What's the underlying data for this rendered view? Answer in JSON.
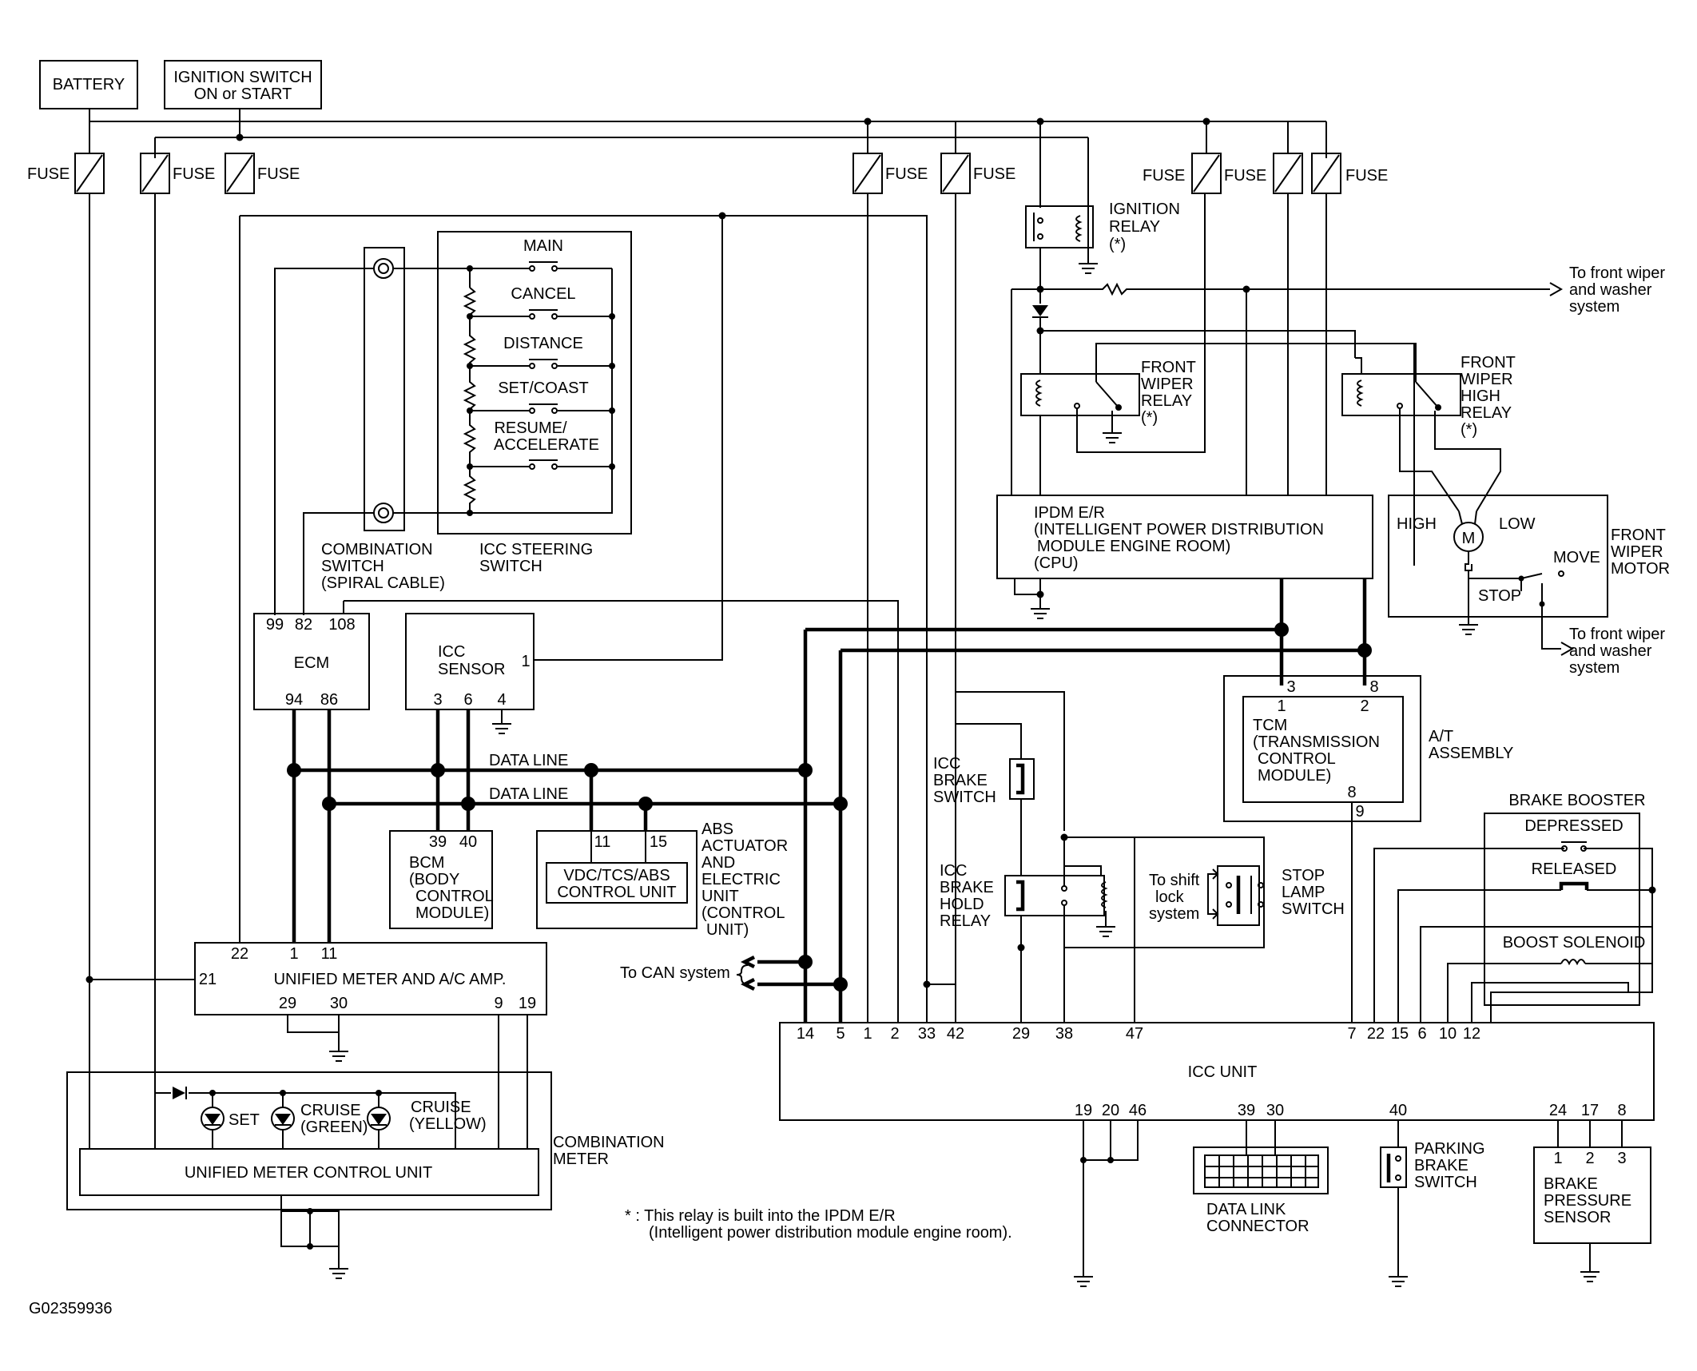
{
  "sources": {
    "battery": "BATTERY",
    "ignition": [
      "IGNITION SWITCH",
      "ON or START"
    ]
  },
  "fuse": "FUSE",
  "relays": {
    "ignition": [
      "IGNITION",
      "RELAY",
      "(*)"
    ],
    "front_wiper": [
      "FRONT",
      "WIPER",
      "RELAY",
      "(*)"
    ],
    "front_wiper_high": [
      "FRONT",
      "WIPER",
      "HIGH",
      "RELAY",
      "(*)"
    ]
  },
  "notes": {
    "front_wiper_washer": [
      "To front wiper",
      "and washer",
      "system"
    ],
    "to_shift_lock": [
      "To shift",
      "lock",
      "system"
    ],
    "to_can": "To CAN system",
    "footnote": [
      "* : This relay is built into the IPDM E/R",
      "(Intelligent power distribution module engine room)."
    ],
    "figure_id": "G02359936"
  },
  "steering_switch": {
    "buttons": [
      "MAIN",
      "CANCEL",
      "DISTANCE",
      "SET/COAST",
      "RESUME/",
      "ACCELERATE"
    ],
    "labels": {
      "combination_switch": [
        "COMBINATION",
        "SWITCH",
        "(SPIRAL CABLE)"
      ],
      "icc_switch": [
        "ICC STEERING",
        "SWITCH"
      ]
    }
  },
  "ipdm": [
    "IPDM E/R",
    "(INTELLIGENT POWER DISTRIBUTION",
    "MODULE ENGINE ROOM)",
    "(CPU)"
  ],
  "wiper_motor": {
    "high": "HIGH",
    "low": "LOW",
    "move": "MOVE",
    "stop": "STOP",
    "motor": "M",
    "label": [
      "FRONT",
      "WIPER",
      "MOTOR"
    ]
  },
  "ecm": {
    "name": "ECM",
    "pins_top": [
      "99",
      "82",
      "108"
    ],
    "pins_bottom": [
      "94",
      "86"
    ]
  },
  "icc_sensor": {
    "name": [
      "ICC",
      "SENSOR"
    ],
    "pin_right": "1",
    "pins_bottom": [
      "3",
      "6",
      "4"
    ]
  },
  "data_line": "DATA LINE",
  "bcm": {
    "pins": [
      "39",
      "40"
    ],
    "name": [
      "BCM",
      "(BODY",
      "CONTROL",
      "MODULE)"
    ]
  },
  "abs": {
    "pins": [
      "11",
      "15"
    ],
    "inner": [
      "VDC/TCS/ABS",
      "CONTROL UNIT"
    ],
    "name": [
      "ABS",
      "ACTUATOR",
      "AND",
      "ELECTRIC",
      "UNIT",
      "(CONTROL",
      "UNIT)"
    ]
  },
  "tcm": {
    "outer_pins": [
      "3",
      "8"
    ],
    "inner_pins": [
      "1",
      "2"
    ],
    "name": [
      "TCM",
      "(TRANSMISSION",
      "CONTROL",
      "MODULE)"
    ],
    "pin_inner_bottom": "8",
    "pin_outer_bottom": "9",
    "assembly": [
      "A/T",
      "ASSEMBLY"
    ]
  },
  "icc_brake_switch": [
    "ICC",
    "BRAKE",
    "SWITCH"
  ],
  "icc_brake_hold_relay": [
    "ICC",
    "BRAKE",
    "HOLD",
    "RELAY"
  ],
  "stop_lamp_switch": [
    "STOP",
    "LAMP",
    "SWITCH"
  ],
  "brake_booster": {
    "title": "BRAKE BOOSTER",
    "depressed": "DEPRESSED",
    "released": "RELEASED",
    "solenoid": "BOOST SOLENOID"
  },
  "unified_meter": {
    "name": "UNIFIED METER AND A/C AMP.",
    "pins_top": [
      "22",
      "1",
      "11"
    ],
    "pin_left": "21",
    "pins_bottom": [
      "29",
      "30",
      "9",
      "19"
    ]
  },
  "combination_meter": {
    "indicators": [
      "SET",
      "CRUISE",
      "(GREEN)",
      "CRUISE",
      "(YELLOW)"
    ],
    "unit": "UNIFIED METER CONTROL UNIT",
    "label": [
      "COMBINATION",
      "METER"
    ]
  },
  "icc_unit": {
    "name": "ICC  UNIT",
    "pins_top": [
      "14",
      "5",
      "1",
      "2",
      "33",
      "42",
      "29",
      "38",
      "47",
      "7",
      "22",
      "15",
      "6",
      "10",
      "12"
    ],
    "pins_bottom": [
      "19",
      "20",
      "46",
      "39",
      "30",
      "40",
      "24",
      "17",
      "8"
    ]
  },
  "data_link": [
    "DATA LINK",
    "CONNECTOR"
  ],
  "parking_brake": [
    "PARKING",
    "BRAKE",
    "SWITCH"
  ],
  "brake_pressure": {
    "pins": [
      "1",
      "2",
      "3"
    ],
    "name": [
      "BRAKE",
      "PRESSURE",
      "SENSOR"
    ]
  }
}
